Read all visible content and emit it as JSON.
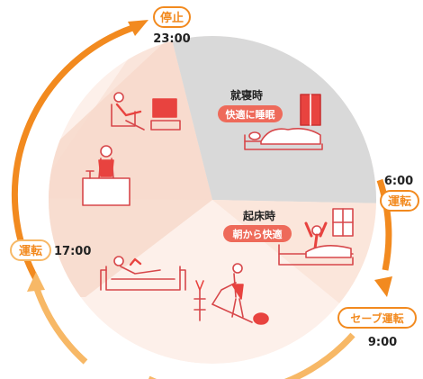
{
  "stops": {
    "stop_label": "停止",
    "stop_time": "23:00",
    "run_label_right": "運転",
    "run_time_right": "6:00",
    "save_label": "セーブ運転",
    "save_time": "9:00",
    "run_label_left": "運転",
    "run_time_left": "17:00"
  },
  "segments": {
    "sleep": {
      "title": "就寝時",
      "badge": "快適に睡眠"
    },
    "wake": {
      "title": "起床時",
      "badge": "朝から快適"
    }
  },
  "colors": {
    "arc_dark": "#f28a1f",
    "arc_light": "#f7b866",
    "accent_red": "#e8433f",
    "badge_red": "#ee6a5a",
    "night_gray": "#d9d9d9",
    "evening_peach": "#f8ddd0",
    "morning_peach": "#fbe6db",
    "day_peach": "#fdf0ea",
    "line_art": "#d7474a"
  }
}
